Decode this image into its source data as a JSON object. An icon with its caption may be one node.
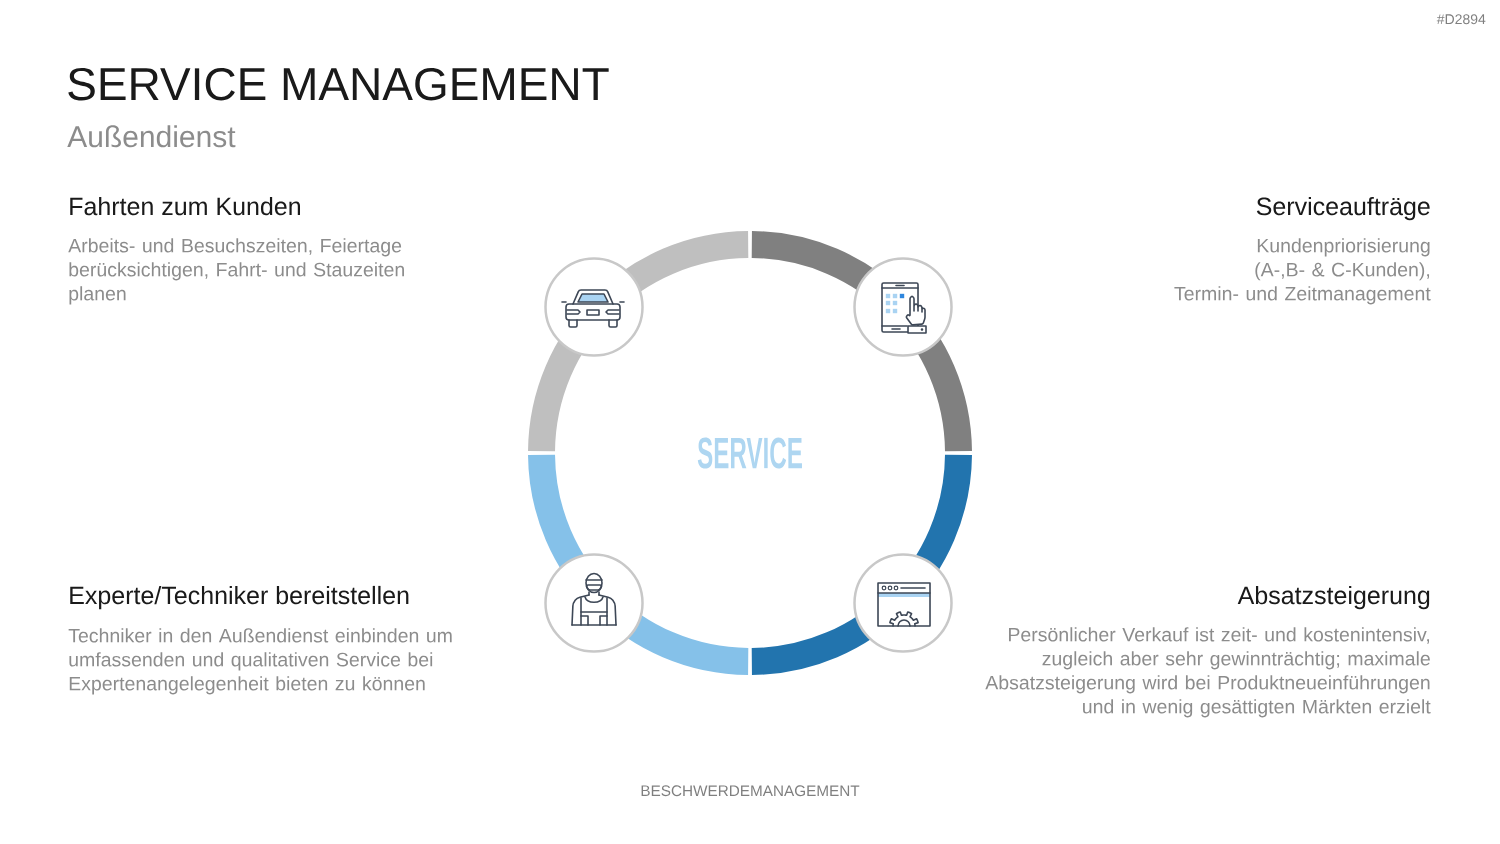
{
  "diagram": {
    "title": "SERVICE MANAGEMENT",
    "nodes": [
      {
        "text": [
          "SERVICE"
        ]
      },
      {
        "text": [],
        "shape": "circle"
      },
      {
        "text": [],
        "shape": "circle"
      },
      {
        "text": [],
        "shape": "circle"
      },
      {
        "text": [],
        "shape": "circle"
      }
    ],
    "labels": [
      "#D2894",
      "Außendienst",
      "Fahrten zum Kunden",
      "Arbeits- und Besuchszeiten, Feiertage berücksichtigen, Fahrt- und Stauzeiten planen",
      "Serviceaufträge",
      "Kundenpriorisierung (A-,B- & C-Kunden), Termin- und Zeitmanagement",
      "Experte/Techniker bereitstellen",
      "Techniker in den Außendienst einbinden um umfassenden und qualitativen Service bei Expertenangelegenheit bieten zu können",
      "Absatzsteigerung",
      "Persönlicher Verkauf ist zeit- und kostenintensiv, zugleich aber sehr gewinnträchtig; maximale Absatzsteigerung wird bei Produktneueinführungen und in wenig gesättigten Märkten erzielt",
      "BESCHWERDEMANAGEMENT"
    ]
  }
}
